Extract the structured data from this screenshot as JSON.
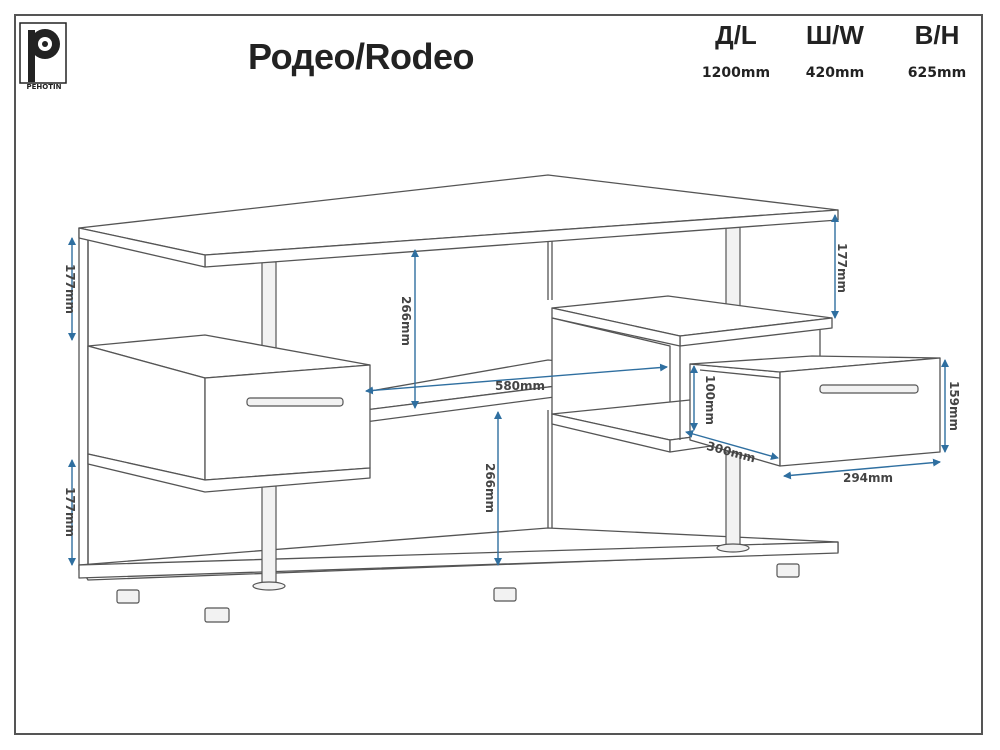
{
  "brand": {
    "name": "PEHOTIN"
  },
  "title": "Родео/Rodeo",
  "dimensions": [
    {
      "label": "Д/L",
      "value": "1200mm"
    },
    {
      "label": "Ш/W",
      "value": "420mm"
    },
    {
      "label": "В/H",
      "value": "625mm"
    }
  ],
  "annotations": {
    "left_top": "177mm",
    "left_bottom": "177mm",
    "center_upper": "266mm",
    "center_lower": "266mm",
    "right_top": "177mm",
    "shelf_width": "580mm",
    "drawer_height_inner": "100mm",
    "drawer_depth": "300mm",
    "drawer_front_height": "159mm",
    "drawer_width": "294mm"
  },
  "colors": {
    "line": "#555555",
    "dimension": "#2f6fa0"
  }
}
